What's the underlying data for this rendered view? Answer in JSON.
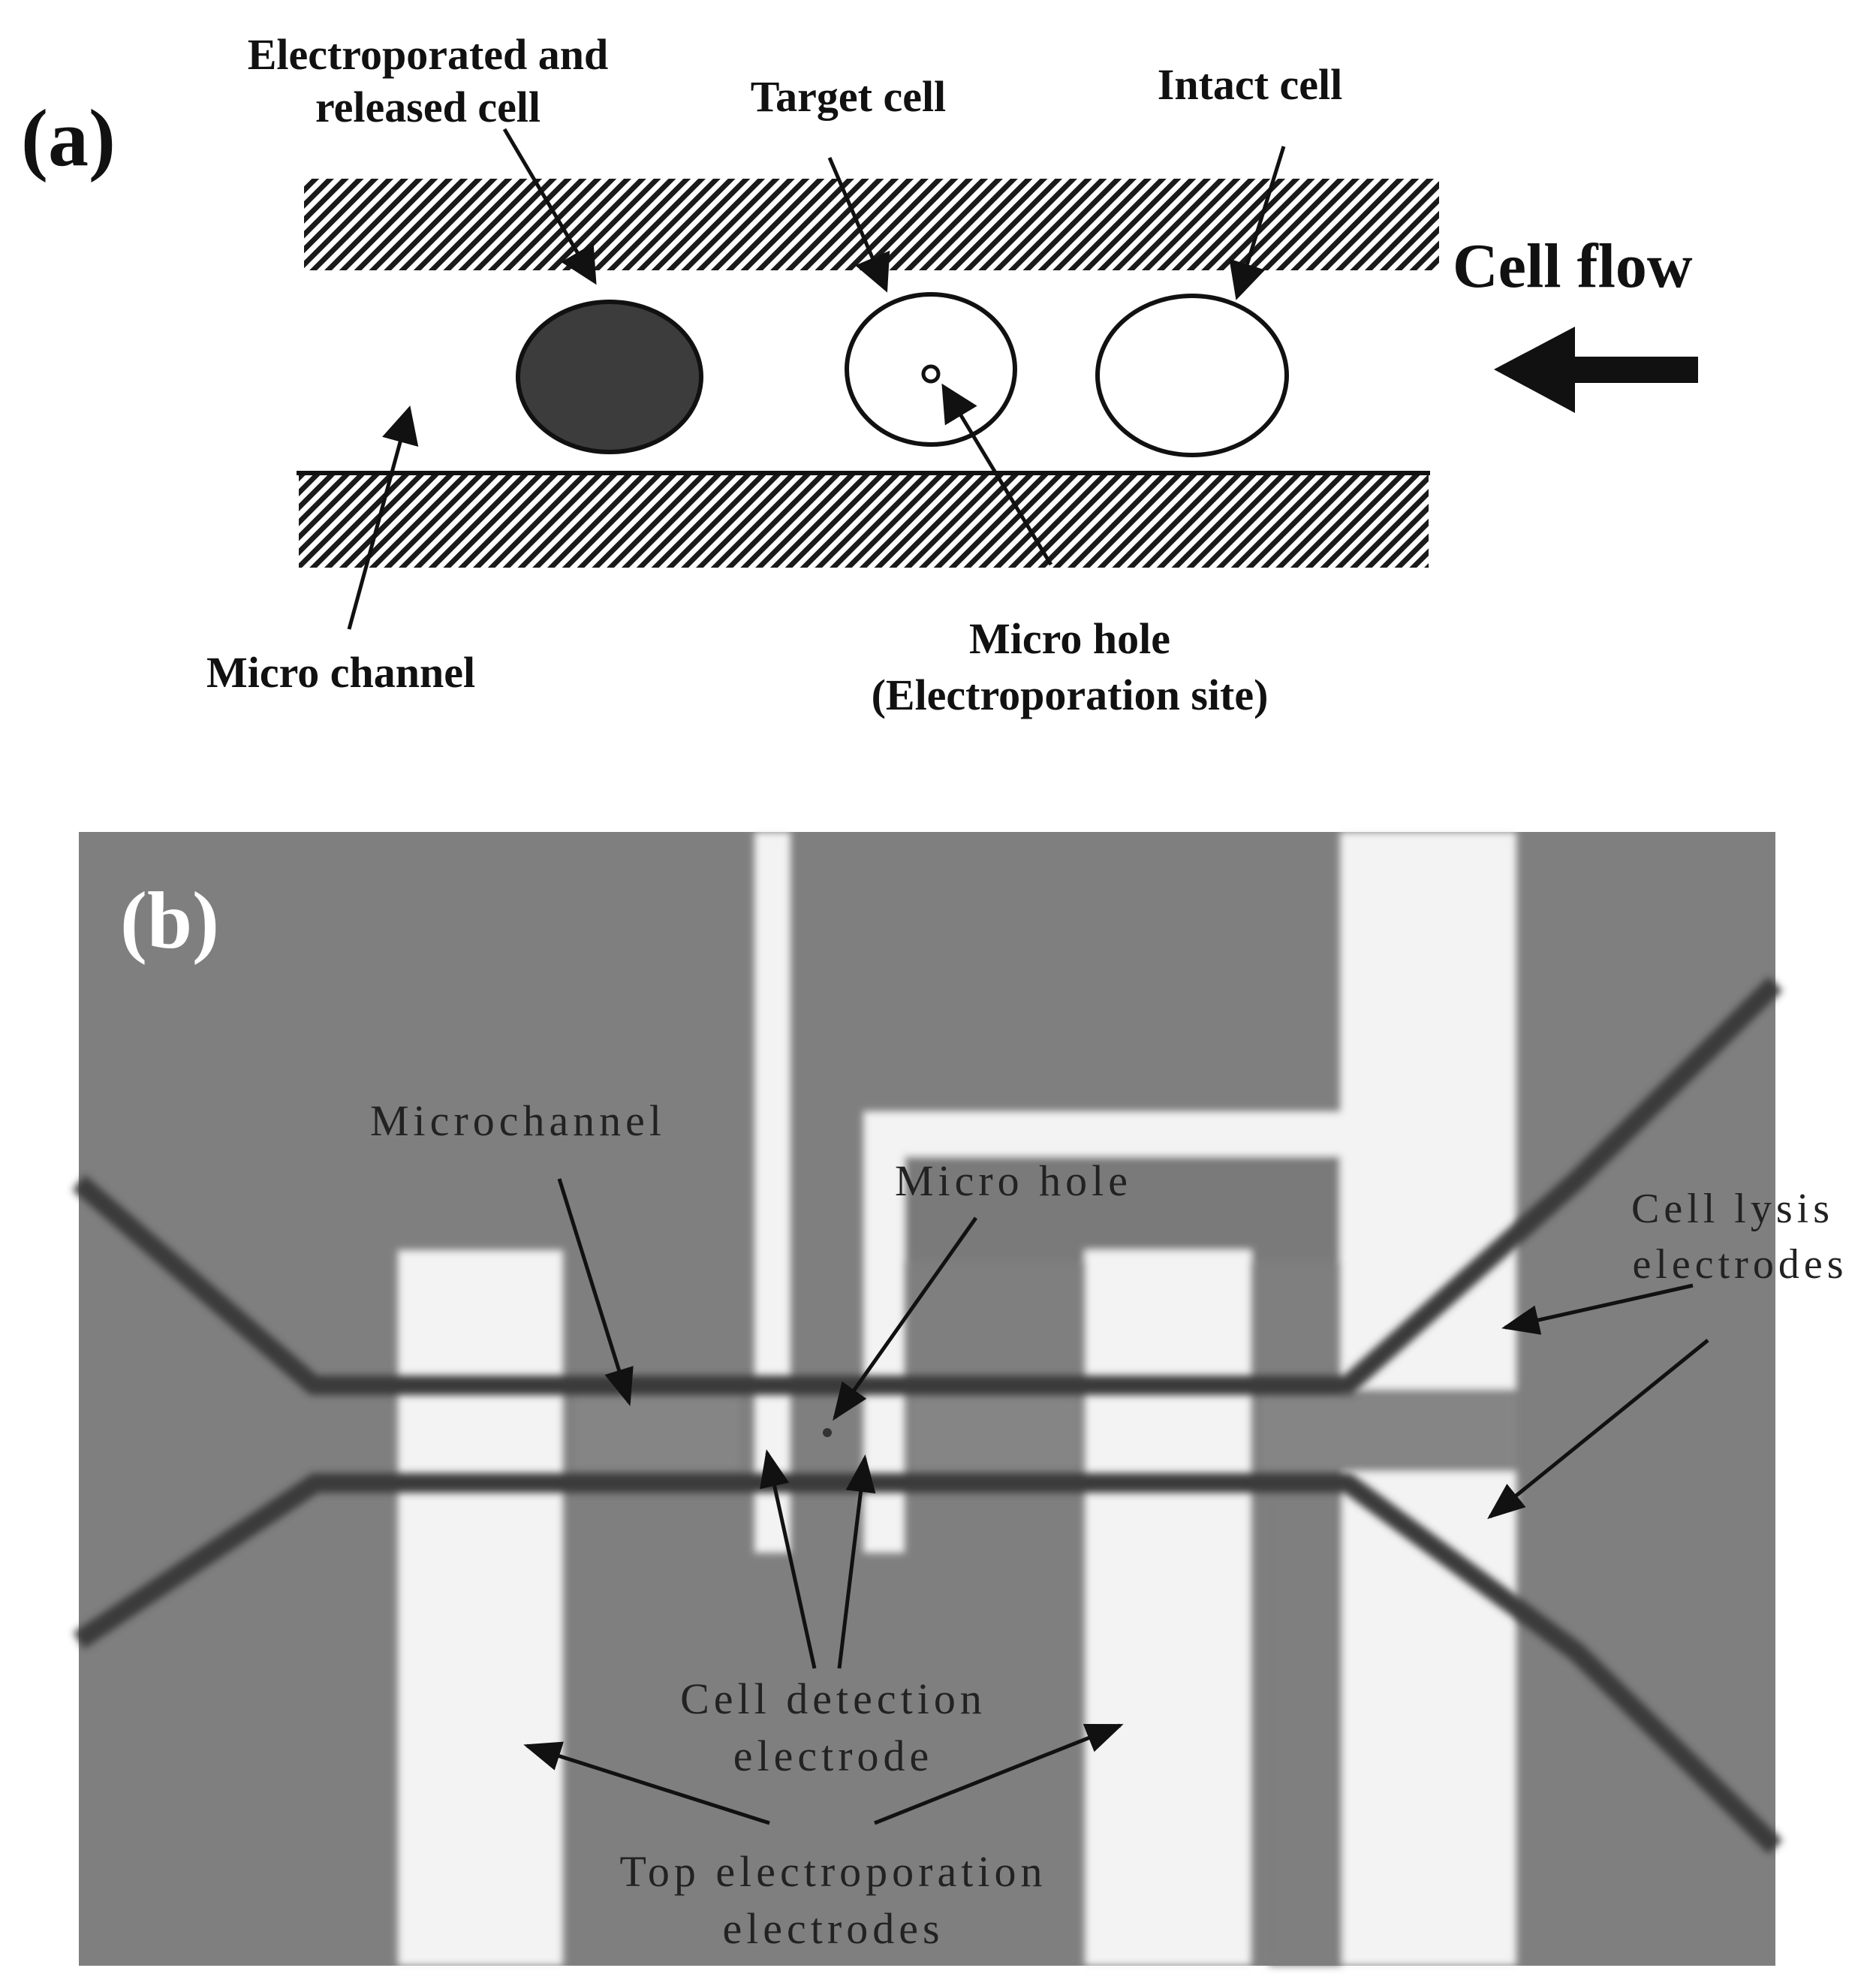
{
  "panel_a": {
    "panel_label": "(a)",
    "labels": {
      "electroporated_line1": "Electroporated and",
      "electroporated_line2": "released cell",
      "target_cell": "Target cell",
      "intact_cell": "Intact cell",
      "cell_flow": "Cell flow",
      "micro_channel": "Micro channel",
      "micro_hole_line1": "Micro hole",
      "micro_hole_line2": "(Electroporation site)"
    }
  },
  "panel_b": {
    "panel_label": "(b)",
    "labels": {
      "microchannel": "Microchannel",
      "micro_hole": "Micro hole",
      "cell_lysis_line1": "Cell lysis",
      "cell_lysis_line2": "electrodes",
      "cell_detection_line1": "Cell detection",
      "cell_detection_line2": "electrode",
      "top_electroporation_line1": "Top electroporation",
      "top_electroporation_line2": "electrodes"
    }
  },
  "colors": {
    "background": "#ffffff",
    "dark_cell": "#3c3c3c",
    "micrograph_gray": "#7f7f7f",
    "electrode_white": "#f3f3f3",
    "channel_dark": "#3a3a3a"
  }
}
